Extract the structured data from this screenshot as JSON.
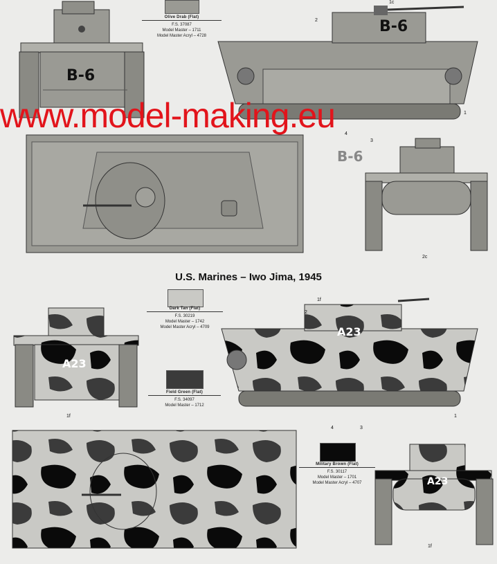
{
  "watermark": "www.model-making.eu",
  "scheme_title": "U.S. Marines – Iwo Jima, 1945",
  "colors": {
    "olive_drab": "#9a9a94",
    "dark_tan": "#c9c9c5",
    "field_green": "#3b3b3b",
    "military_brown": "#0a0a0a",
    "watermark_red": "#e2141b"
  },
  "top_scheme": {
    "vehicle_code": "B-6",
    "paint": {
      "name": "Olive Drab (Flat)",
      "fs": "F.S. 37087",
      "model_master": "Model Master – 1711",
      "model_master_acryl": "Model Master Acryl – 4728"
    },
    "callouts": [
      "1c",
      "2",
      "4",
      "3",
      "1",
      "2c"
    ]
  },
  "bottom_scheme": {
    "vehicle_code": "A23",
    "paints": [
      {
        "name": "Dark Tan (Flat)",
        "fs": "F.S. 30219",
        "model_master": "Model Master – 1742",
        "model_master_acryl": "Model Master Acryl – 4709"
      },
      {
        "name": "Field Green (Flat)",
        "fs": "F.S. 34097",
        "model_master": "Model Master – 1712"
      },
      {
        "name": "Military Brown (Flat)",
        "fs": "F.S. 30117",
        "model_master": "Model Master – 1701",
        "model_master_acryl": "Model Master Acryl – 4707"
      }
    ],
    "callouts": [
      "1f",
      "2",
      "1f",
      "4",
      "3",
      "1",
      "1f"
    ]
  }
}
